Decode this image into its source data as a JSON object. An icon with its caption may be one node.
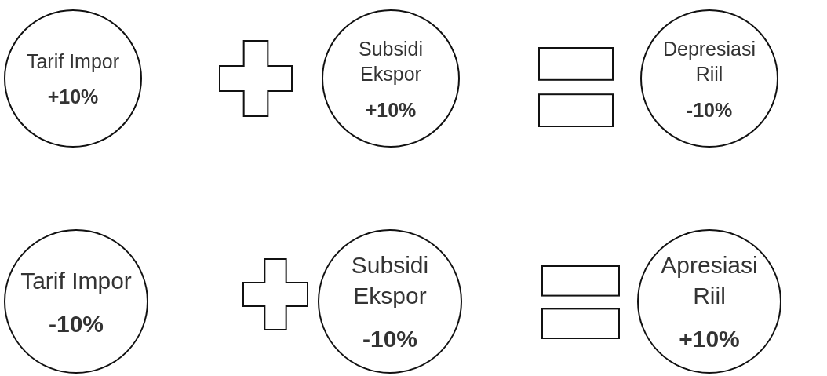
{
  "diagram": {
    "nodes": [
      {
        "text": [
          "Tarif Impor",
          "+10%"
        ]
      },
      {
        "text": [
          "Subsidi Ekspor",
          "+10%"
        ]
      },
      {
        "text": [
          "Depresiasi Riil",
          "-10%"
        ]
      },
      {
        "text": [
          "Tarif Impor",
          "-10%"
        ]
      },
      {
        "text": [
          "Subsidi Ekspor",
          "-10%"
        ]
      },
      {
        "text": [
          "Apresiasi Riil",
          "+10%"
        ]
      }
    ]
  }
}
